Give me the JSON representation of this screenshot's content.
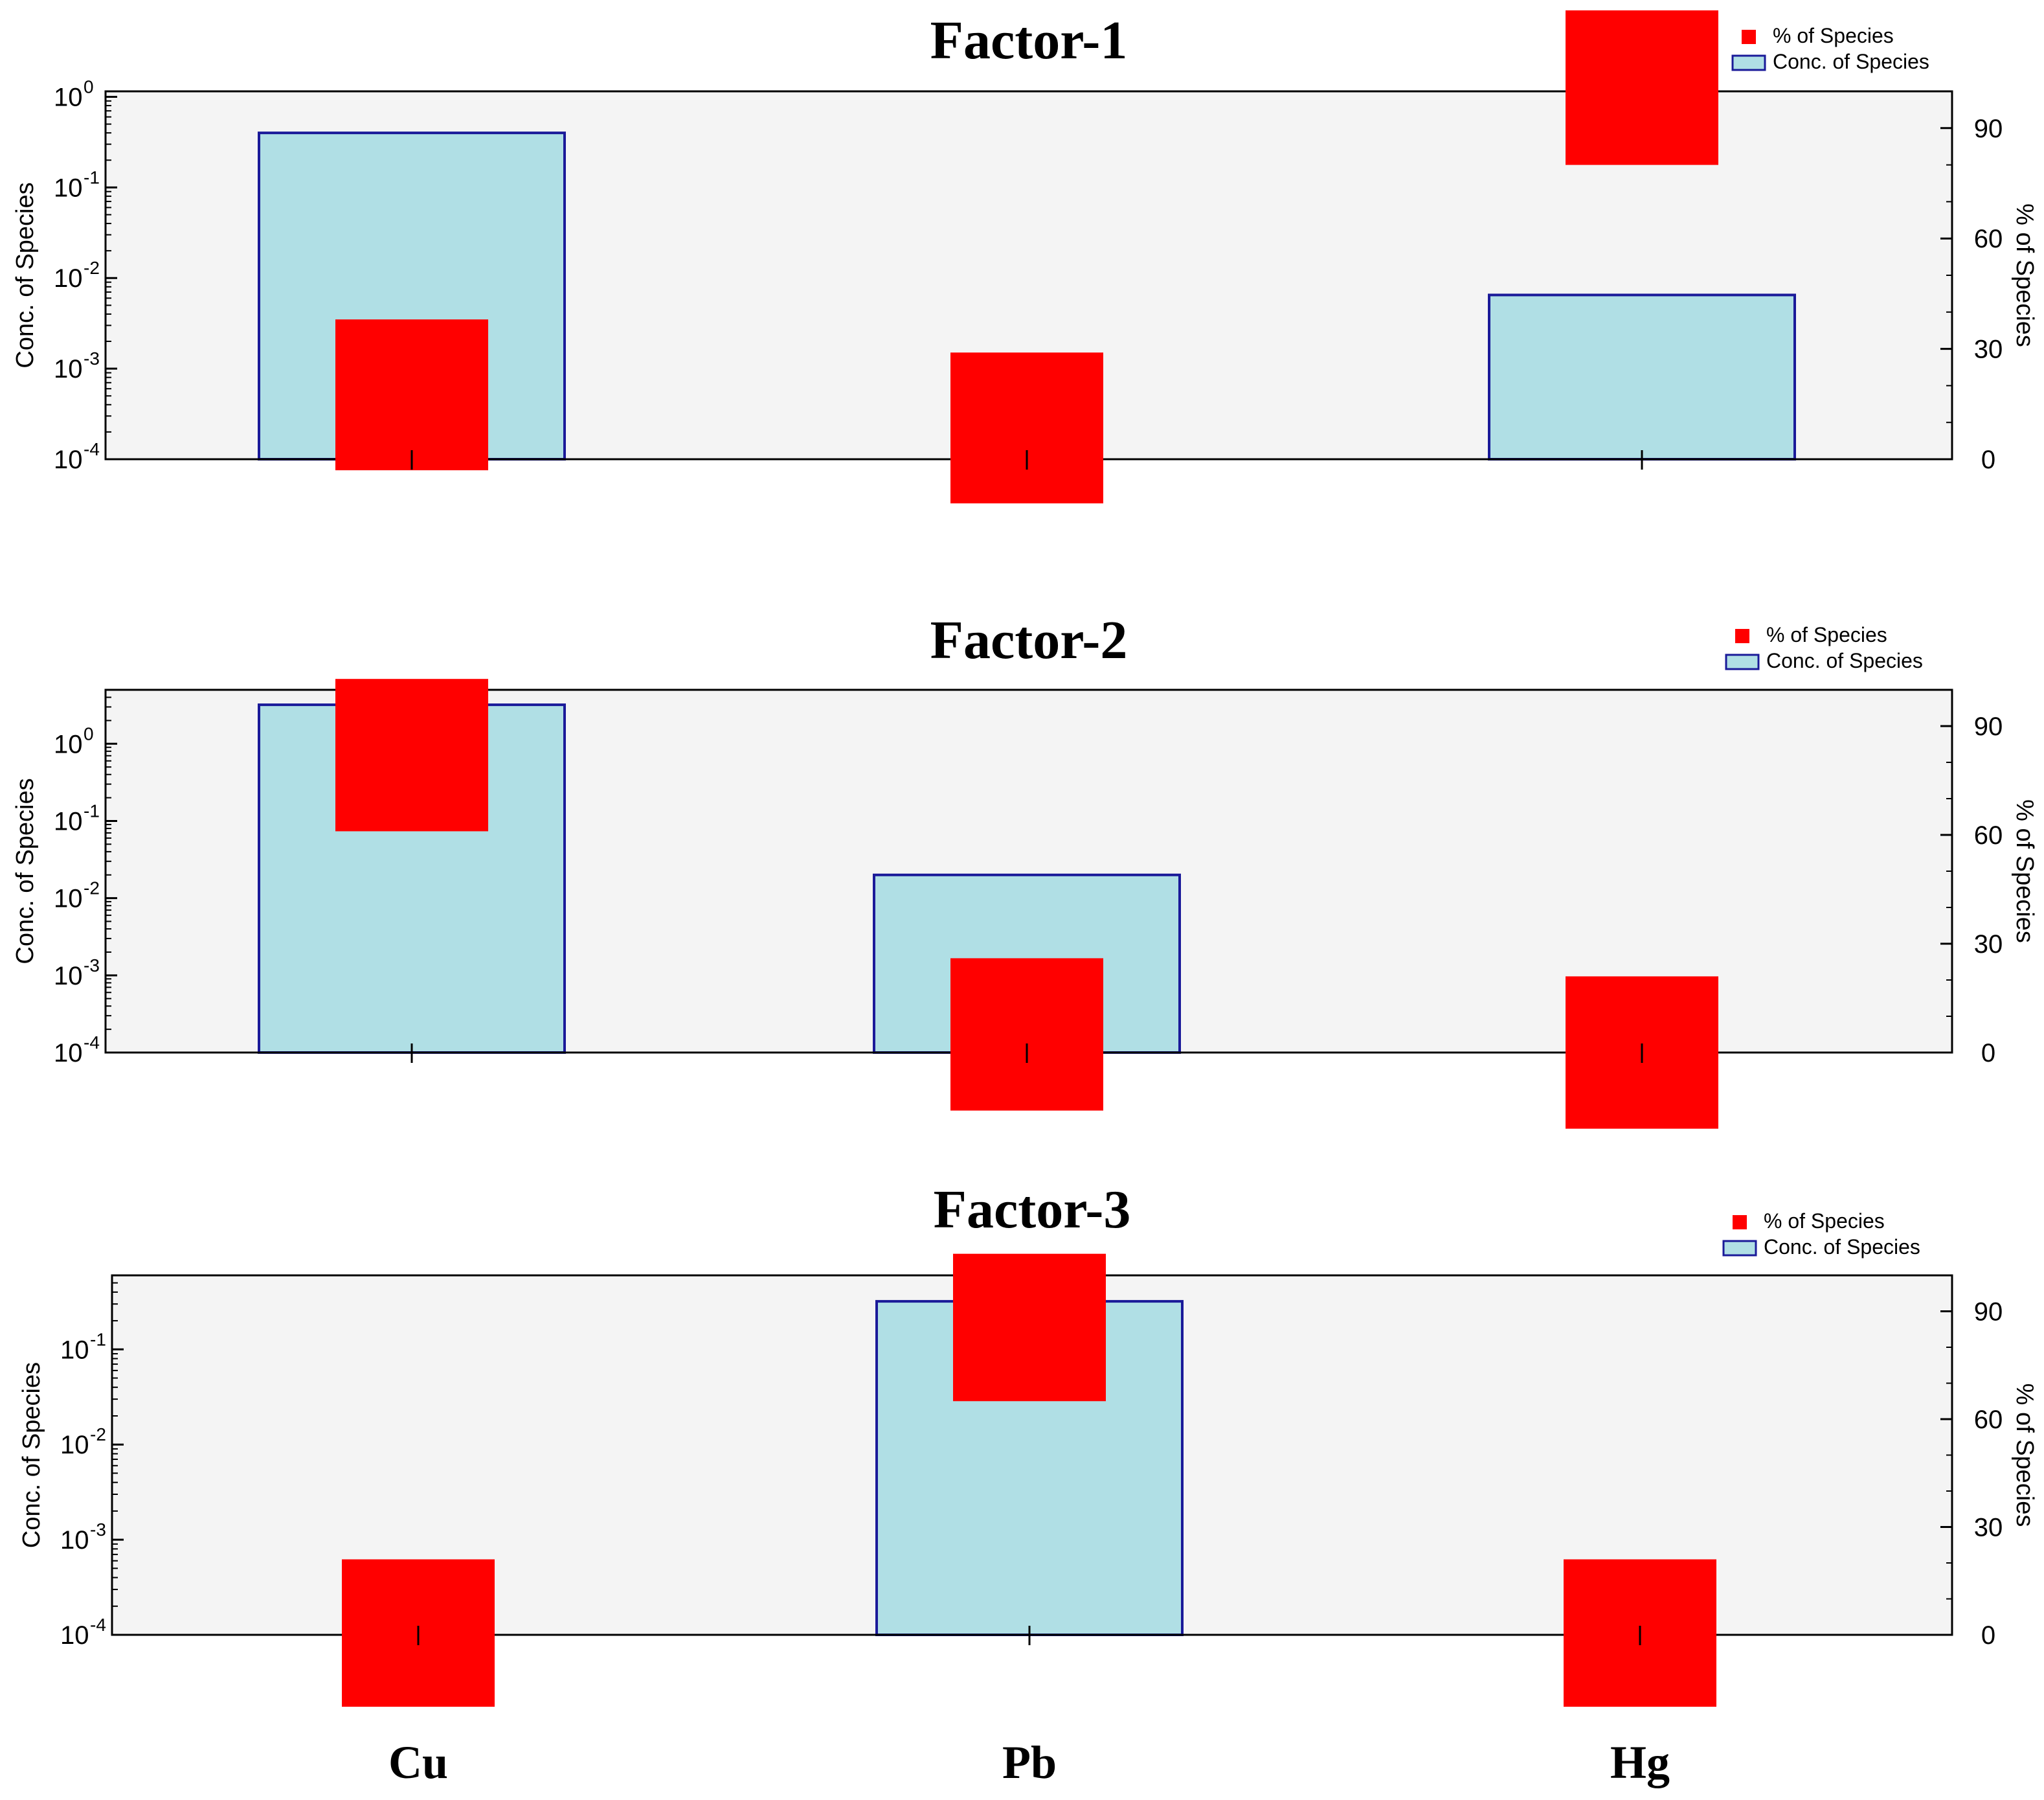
{
  "chart_data": [
    {
      "type": "bar",
      "title": "Factor-1",
      "categories": [
        "Cu",
        "Pb",
        "Hg"
      ],
      "ylabel": "Conc. of Species",
      "y2label": "% of Species",
      "yscale": "log",
      "ylim": [
        0.0001,
        1.15
      ],
      "y2lim": [
        0,
        100
      ],
      "yticks": [
        {
          "base": "10",
          "exp": "0"
        },
        {
          "base": "10",
          "exp": "-1"
        },
        {
          "base": "10",
          "exp": "-2"
        },
        {
          "base": "10",
          "exp": "-3"
        },
        {
          "base": "10",
          "exp": "-4"
        }
      ],
      "y2ticks": [
        "0",
        "30",
        "60",
        "90"
      ],
      "legend_position": "top-right",
      "series": [
        {
          "name": "Conc. of Species",
          "kind": "bar",
          "color": "#b0dfe5",
          "edge": "#1a1a99",
          "values": [
            0.4,
            null,
            0.0065
          ]
        },
        {
          "name": "% of Species",
          "kind": "box",
          "color": "#ff0000",
          "values": [
            [
              -3,
              38
            ],
            [
              -12,
              29
            ],
            [
              80,
              122
            ]
          ]
        }
      ]
    },
    {
      "type": "bar",
      "title": "Factor-2",
      "categories": [
        "Cu",
        "Pb",
        "Hg"
      ],
      "ylabel": "Conc. of Species",
      "y2label": "% of Species",
      "yscale": "log",
      "ylim": [
        0.0001,
        5.0
      ],
      "y2lim": [
        0,
        100
      ],
      "yticks": [
        {
          "base": "10",
          "exp": "0"
        },
        {
          "base": "10",
          "exp": "-1"
        },
        {
          "base": "10",
          "exp": "-2"
        },
        {
          "base": "10",
          "exp": "-3"
        },
        {
          "base": "10",
          "exp": "-4"
        }
      ],
      "y2ticks": [
        "0",
        "30",
        "60",
        "90"
      ],
      "legend_position": "top-right",
      "series": [
        {
          "name": "Conc. of Species",
          "kind": "bar",
          "color": "#b0dfe5",
          "edge": "#1a1a99",
          "values": [
            3.2,
            0.02,
            null
          ]
        },
        {
          "name": "% of Species",
          "kind": "box",
          "color": "#ff0000",
          "values": [
            [
              61,
              103
            ],
            [
              -16,
              26
            ],
            [
              -21,
              21
            ]
          ]
        }
      ]
    },
    {
      "type": "bar",
      "title": "Factor-3",
      "categories": [
        "Cu",
        "Pb",
        "Hg"
      ],
      "ylabel": "Conc. of Species",
      "y2label": "% of Species",
      "yscale": "log",
      "ylim": [
        0.0001,
        0.6
      ],
      "y2lim": [
        0,
        100
      ],
      "yticks": [
        {
          "base": "10",
          "exp": "-1"
        },
        {
          "base": "10",
          "exp": "-2"
        },
        {
          "base": "10",
          "exp": "-3"
        },
        {
          "base": "10",
          "exp": "-4"
        }
      ],
      "y2ticks": [
        "0",
        "30",
        "60",
        "90"
      ],
      "legend_position": "top-right",
      "series": [
        {
          "name": "Conc. of Species",
          "kind": "bar",
          "color": "#b0dfe5",
          "edge": "#1a1a99",
          "values": [
            null,
            0.32,
            null
          ]
        },
        {
          "name": "% of Species",
          "kind": "box",
          "color": "#ff0000",
          "values": [
            [
              -20,
              21
            ],
            [
              65,
              106
            ],
            [
              -20,
              21
            ]
          ]
        }
      ]
    }
  ],
  "colors": {
    "plot_background": "#f4f4f4",
    "axis": "#000000"
  }
}
